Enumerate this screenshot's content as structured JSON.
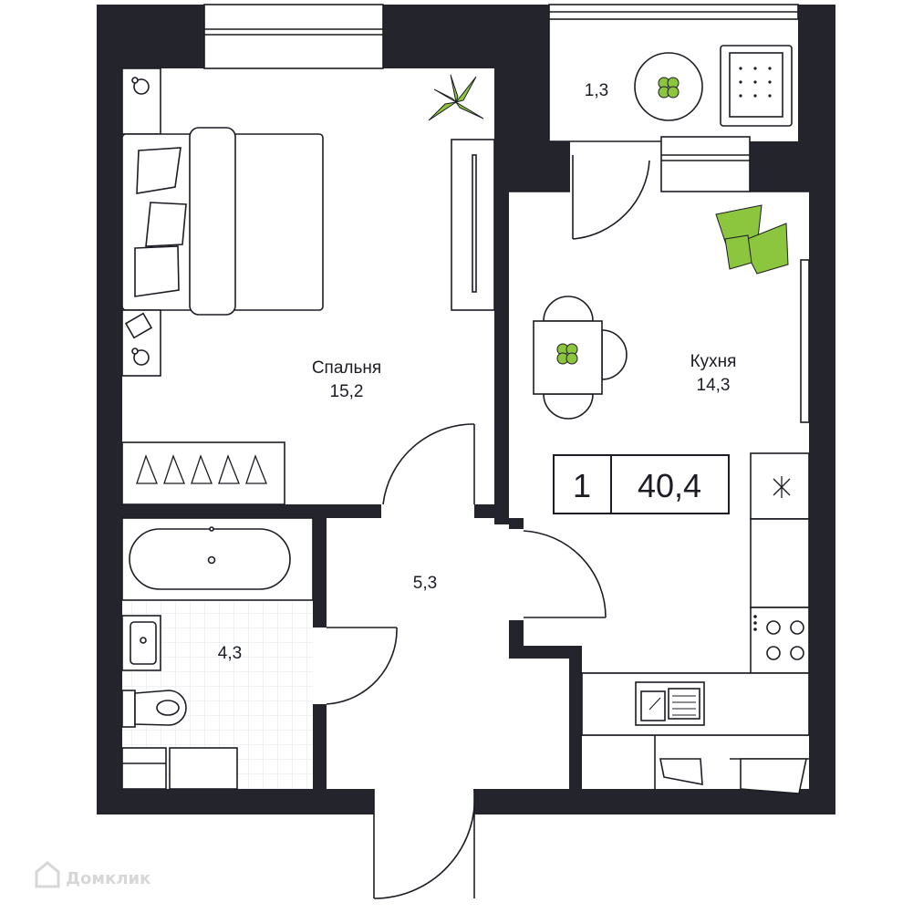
{
  "rooms": {
    "bedroom": {
      "name": "Спальня",
      "area": "15,2"
    },
    "kitchen": {
      "name": "Кухня",
      "area": "14,3"
    },
    "hall": {
      "area": "5,3"
    },
    "bathroom": {
      "area": "4,3"
    },
    "balcony": {
      "area": "1,3"
    }
  },
  "summary": {
    "rooms_count": "1",
    "total_area": "40,4"
  },
  "watermark": "Домклик",
  "colors": {
    "wall": "#24242c",
    "line": "#1c1c24",
    "plant": "#8cc63f",
    "plant_dark": "#3a3a3a",
    "tile": "#dfe4ea"
  }
}
